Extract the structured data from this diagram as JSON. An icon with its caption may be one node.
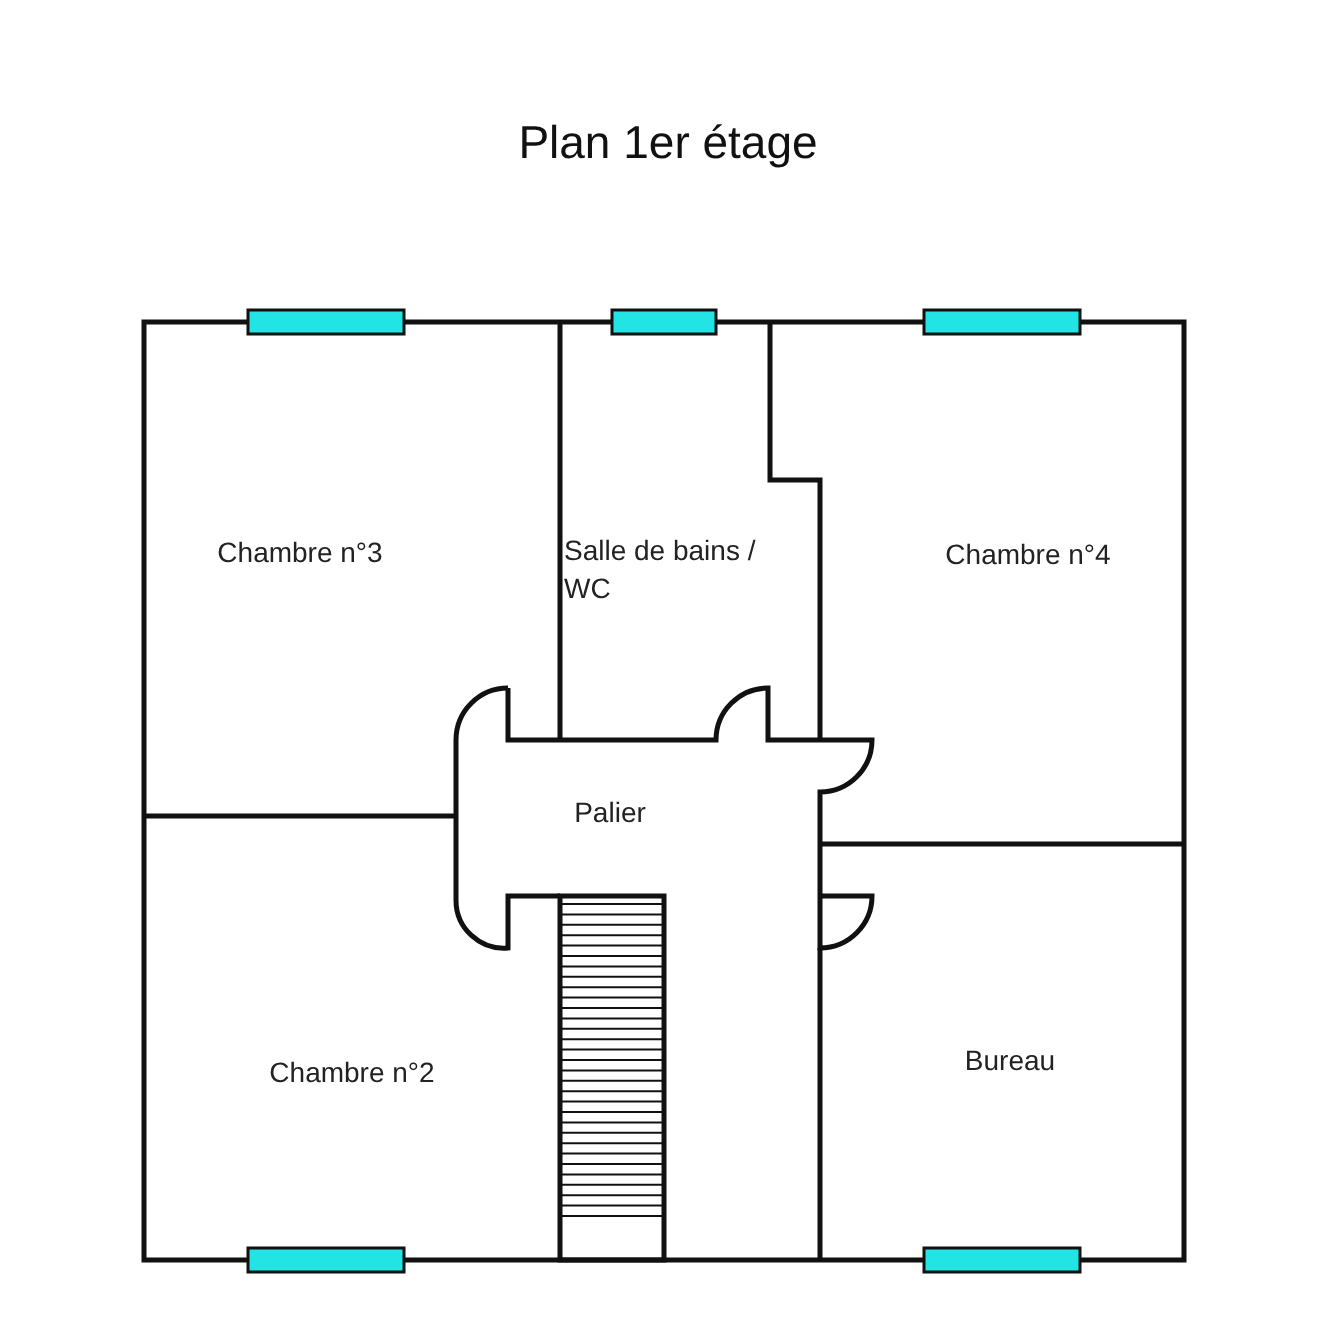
{
  "diagram": {
    "title": "Plan 1er étage",
    "labels": [
      "Chambre n°3",
      "Salle de bains / WC",
      "Chambre n°4",
      "Palier",
      "Chambre n°2",
      "Bureau"
    ]
  }
}
